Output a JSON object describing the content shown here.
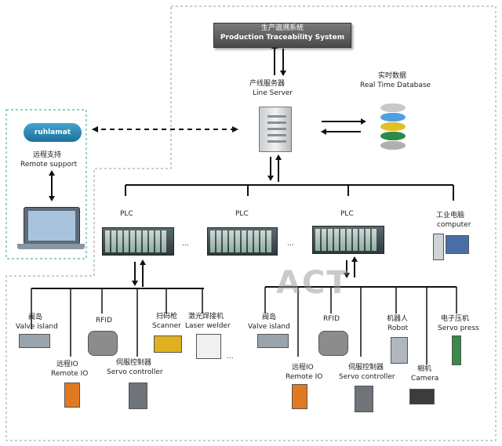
{
  "top_system": {
    "cn": "生产追溯系统",
    "en": "Production Traceability System"
  },
  "line_server": {
    "cn": "产线服务器",
    "en": "Line Server"
  },
  "realtime_db": {
    "cn": "实时数据",
    "en": "Real Time Database"
  },
  "remote_support": {
    "cloud": "ruhlamat",
    "cn": "远程支持",
    "en": "Remote support"
  },
  "plc_label": "PLC",
  "ellipsis": "...",
  "computer": {
    "cn": "工业电脑",
    "en": "computer"
  },
  "watermark": "ACT",
  "left_devices": {
    "valve": {
      "cn": "阀岛",
      "en": "Valve island"
    },
    "rfid": {
      "en": "RFID"
    },
    "scanner": {
      "cn": "扫码枪",
      "en": "Scanner"
    },
    "laser": {
      "cn": "激光焊接机",
      "en": "Laser welder"
    },
    "remote_io": {
      "cn": "远程IO",
      "en": "Remote IO"
    },
    "servo": {
      "cn": "伺服控制器",
      "en": "Servo controller"
    }
  },
  "right_devices": {
    "valve": {
      "cn": "阀岛",
      "en": "Valve island"
    },
    "rfid": {
      "en": "RFID"
    },
    "robot": {
      "cn": "机器人",
      "en": "Robot"
    },
    "press": {
      "cn": "电子压机",
      "en": "Servo press"
    },
    "remote_io": {
      "cn": "远程IO",
      "en": "Remote IO"
    },
    "servo": {
      "cn": "伺服控制器",
      "en": "Servo controller"
    },
    "camera": {
      "cn": "相机",
      "en": "Camera"
    }
  },
  "colors": {
    "frame_dash": "#9a9a9a",
    "remote_box": "#4fb3a6",
    "wire": "#111111"
  }
}
